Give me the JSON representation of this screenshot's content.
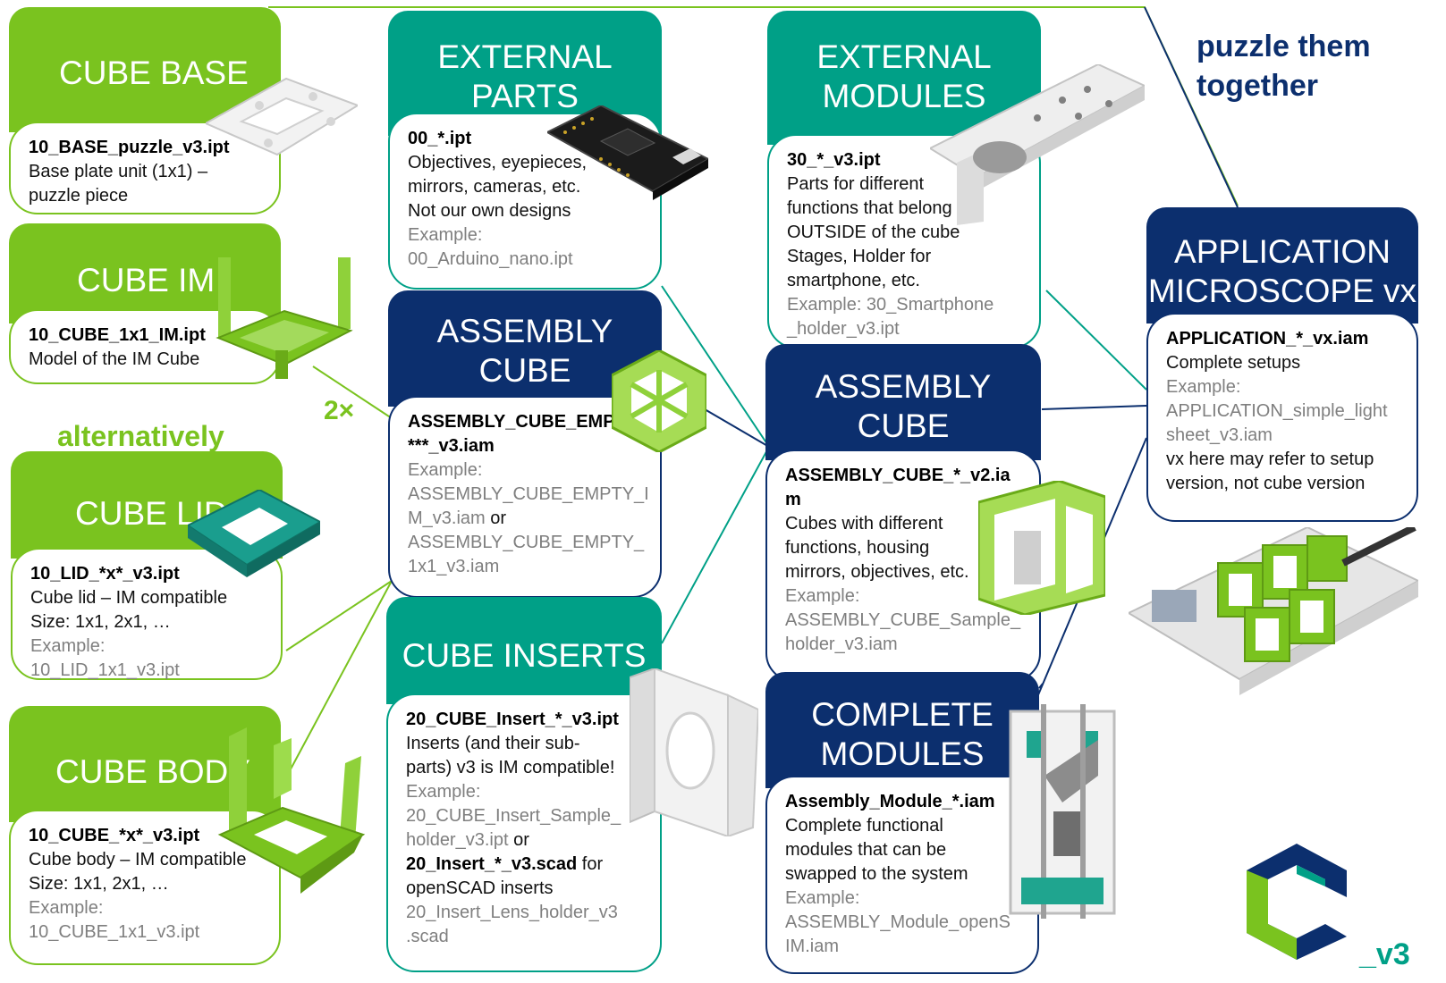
{
  "colors": {
    "lime": "#7ac31f",
    "teal": "#00a087",
    "navy": "#0c2f6e",
    "gray_text": "#7f7f7f"
  },
  "notes": {
    "puzzle": "puzzle them\ntogether",
    "alternatively": "alternatively",
    "two_x": "2×",
    "logo_suffix": "_v3"
  },
  "cards": {
    "cube_base": {
      "title": "CUBE BASE",
      "lines": [
        {
          "style": "fn",
          "text": "10_BASE_puzzle_v3.ipt"
        },
        {
          "style": "blk",
          "text": "Base plate unit (1x1) –"
        },
        {
          "style": "blk",
          "text": "puzzle piece"
        }
      ]
    },
    "cube_im": {
      "title": "CUBE IM",
      "lines": [
        {
          "style": "fn",
          "text": "10_CUBE_1x1_IM.ipt"
        },
        {
          "style": "blk",
          "text": "Model of the IM Cube"
        }
      ]
    },
    "cube_lid": {
      "title": "CUBE LID",
      "lines": [
        {
          "style": "fn",
          "text": "10_LID_*x*_v3.ipt"
        },
        {
          "style": "blk",
          "text": "Cube lid – IM  compatible"
        },
        {
          "style": "blk",
          "text": "Size: 1x1, 2x1, …"
        },
        {
          "style": "gray",
          "text": "Example:"
        },
        {
          "style": "gray",
          "text": "10_LID_1x1_v3.ipt"
        }
      ]
    },
    "cube_body": {
      "title": "CUBE BODY",
      "lines": [
        {
          "style": "fn",
          "text": "10_CUBE_*x*_v3.ipt"
        },
        {
          "style": "blk",
          "text": "Cube body – IM compatible"
        },
        {
          "style": "blk",
          "text": "Size: 1x1, 2x1, …"
        },
        {
          "style": "gray",
          "text": "Example:"
        },
        {
          "style": "gray",
          "text": "10_CUBE_1x1_v3.ipt"
        }
      ]
    },
    "external_parts": {
      "title": "EXTERNAL\nPARTS",
      "lines": [
        {
          "style": "fn",
          "text": "00_*.ipt"
        },
        {
          "style": "blk",
          "text": "Objectives, eyepieces,"
        },
        {
          "style": "blk",
          "text": "mirrors, cameras, etc."
        },
        {
          "style": "blk",
          "text": "Not our own designs"
        },
        {
          "style": "gray",
          "text": "Example:"
        },
        {
          "style": "gray",
          "text": "00_Arduino_nano.ipt"
        }
      ]
    },
    "assembly_cube_empty": {
      "title": "ASSEMBLY CUBE\nEMPTY",
      "lines": [
        {
          "style": "fn",
          "text": "ASSEMBLY_CUBE_EMPTY_"
        },
        {
          "style": "fn",
          "text": "***_v3.iam"
        },
        {
          "style": "gray",
          "text": "Example:"
        },
        {
          "style": "gray",
          "text": "ASSEMBLY_CUBE_EMPTY_I"
        },
        {
          "style": "mixed",
          "text": "M_v3.iam",
          "tail": "   or"
        },
        {
          "style": "gray",
          "text": "ASSEMBLY_CUBE_EMPTY_"
        },
        {
          "style": "gray",
          "text": "1x1_v3.iam"
        }
      ]
    },
    "cube_inserts": {
      "title": "CUBE INSERTS",
      "lines": [
        {
          "style": "fn",
          "text": "20_CUBE_Insert_*_v3.ipt"
        },
        {
          "style": "blk",
          "text": "Inserts (and their sub-"
        },
        {
          "style": "blk",
          "text": "parts) v3 is IM compatible!"
        },
        {
          "style": "gray",
          "text": "Example:"
        },
        {
          "style": "gray",
          "text": "20_CUBE_Insert_Sample_"
        },
        {
          "style": "mixed",
          "text": "holder_v3.ipt",
          "tail": "  or"
        },
        {
          "style": "fnmix",
          "text": "20_Insert_*_v3.scad",
          "tail": " for"
        },
        {
          "style": "blk",
          "text": "openSCAD inserts"
        },
        {
          "style": "gray",
          "text": "20_Insert_Lens_holder_v3"
        },
        {
          "style": "gray",
          "text": ".scad"
        }
      ]
    },
    "external_modules": {
      "title": "EXTERNAL\nMODULES",
      "lines": [
        {
          "style": "fn",
          "text": "30_*_v3.ipt"
        },
        {
          "style": "blk",
          "text": "Parts for different"
        },
        {
          "style": "blk",
          "text": "functions that belong"
        },
        {
          "style": "blk",
          "text": "OUTSIDE of the cube"
        },
        {
          "style": "blk",
          "text": "Stages, Holder for"
        },
        {
          "style": "blk",
          "text": "smartphone, etc."
        },
        {
          "style": "gray",
          "text": "Example: 30_Smartphone"
        },
        {
          "style": "gray",
          "text": "_holder_v3.ipt"
        }
      ]
    },
    "assembly_cube_insert": {
      "title": "ASSEMBLY CUBE\nINSERT",
      "lines": [
        {
          "style": "fn",
          "text": "ASSEMBLY_CUBE_*_v2.ia"
        },
        {
          "style": "fn",
          "text": "m"
        },
        {
          "style": "blk",
          "text": "Cubes with different"
        },
        {
          "style": "blk",
          "text": "functions, housing"
        },
        {
          "style": "blk",
          "text": "mirrors, objectives, etc."
        },
        {
          "style": "gray",
          "text": "Example:"
        },
        {
          "style": "gray",
          "text": "ASSEMBLY_CUBE_Sample_"
        },
        {
          "style": "gray",
          "text": "holder_v3.iam"
        }
      ]
    },
    "complete_modules": {
      "title": "COMPLETE\nMODULES",
      "lines": [
        {
          "style": "fn",
          "text": "Assembly_Module_*.iam"
        },
        {
          "style": "blk",
          "text": "Complete functional"
        },
        {
          "style": "blk",
          "text": "modules that can be"
        },
        {
          "style": "blk",
          "text": "swapped to the system"
        },
        {
          "style": "gray",
          "text": "Example:"
        },
        {
          "style": "gray",
          "text": "ASSEMBLY_Module_openS"
        },
        {
          "style": "gray",
          "text": "IM.iam"
        }
      ]
    },
    "application": {
      "title": "APPLICATION\nMICROSCOPE vx",
      "lines": [
        {
          "style": "fn",
          "text": "APPLICATION_*_vx.iam"
        },
        {
          "style": "blk",
          "text": "Complete setups"
        },
        {
          "style": "gray",
          "text": "Example:"
        },
        {
          "style": "gray",
          "text": "APPLICATION_simple_light"
        },
        {
          "style": "gray",
          "text": "sheet_v3.iam"
        },
        {
          "style": "blk",
          "text": "vx here may refer to setup"
        },
        {
          "style": "blk",
          "text": "version, not cube version"
        }
      ]
    }
  },
  "icons": [
    "base-plate-render-icon",
    "im-cube-render-icon",
    "lid-render-icon",
    "cube-body-render-icon",
    "arduino-nano-render-icon",
    "empty-cube-render-icon",
    "insert-render-icon",
    "smartphone-holder-render-icon",
    "cube-insert-render-icon",
    "complete-module-render-icon",
    "microscope-setup-render-icon",
    "uc2-logo-icon"
  ]
}
